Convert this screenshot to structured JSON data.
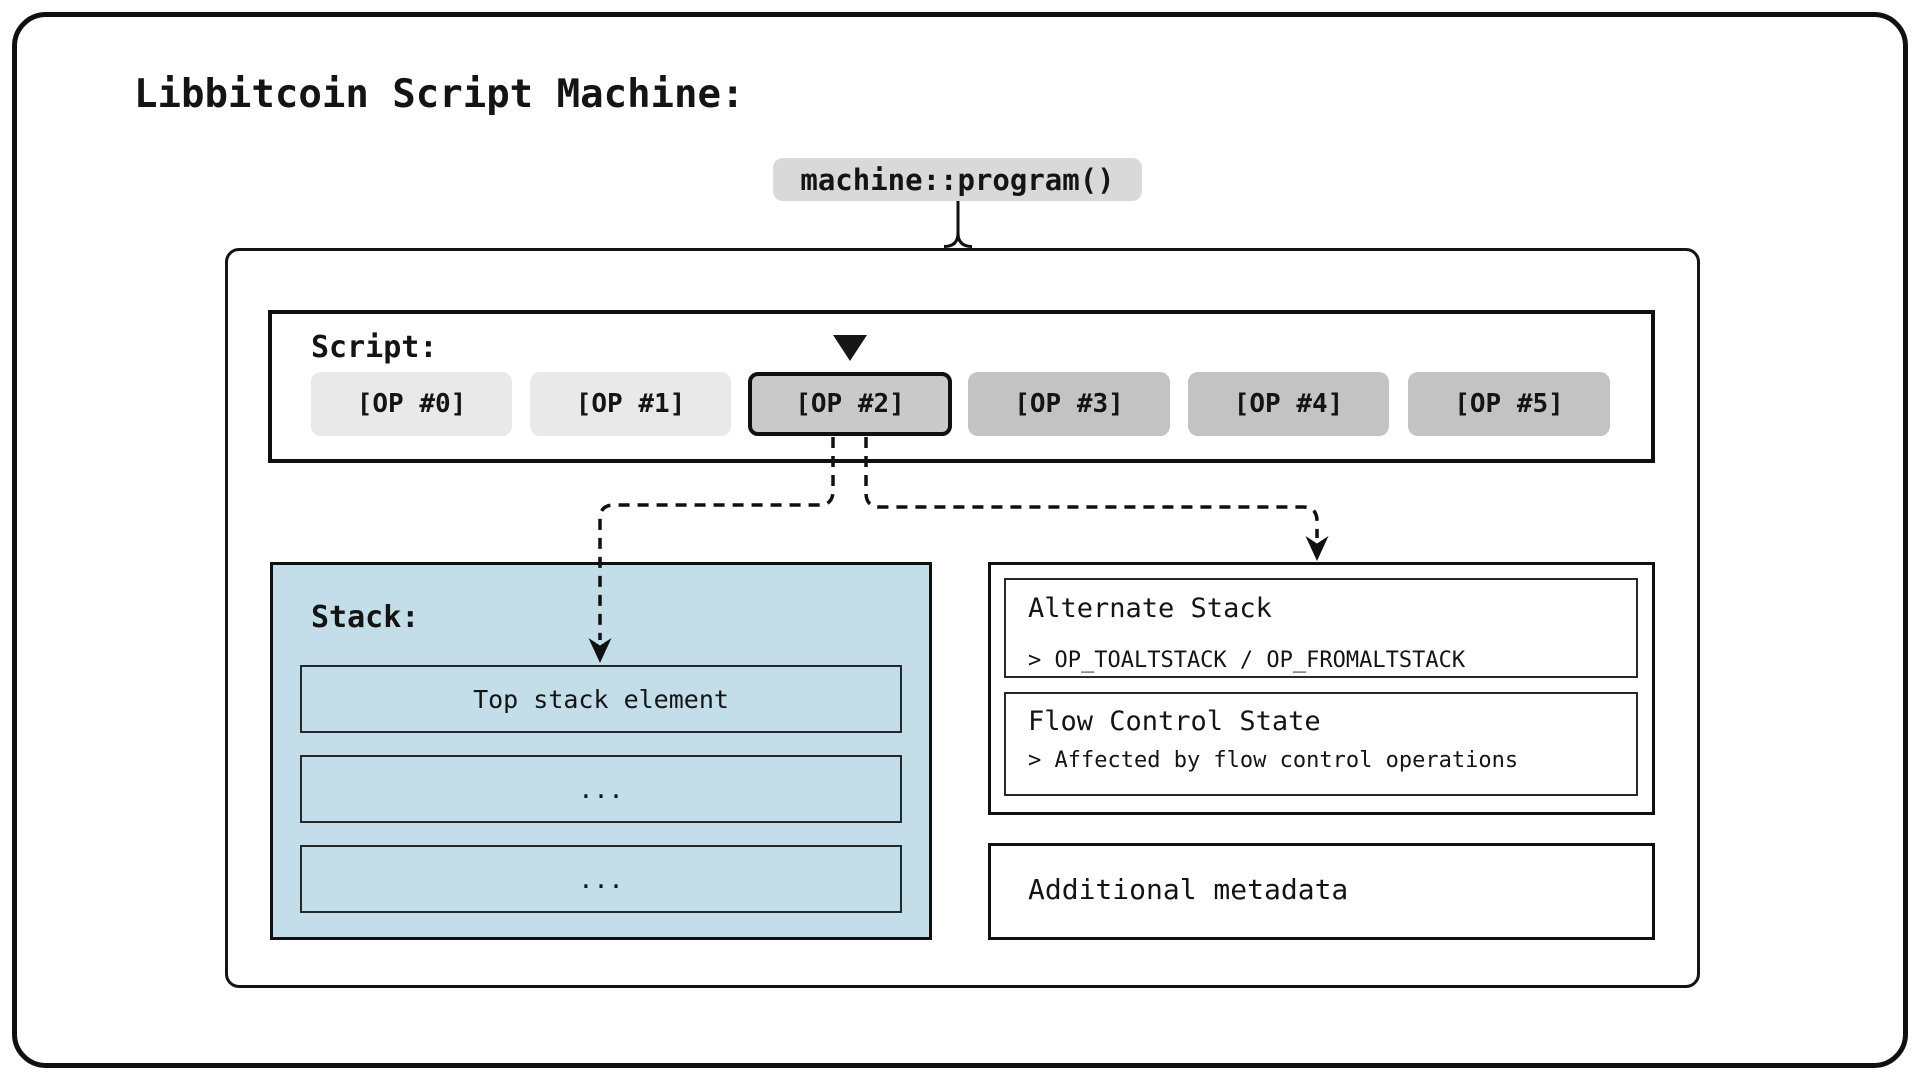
{
  "title": "Libbitcoin Script Machine:",
  "program_label": "machine::program()",
  "script_panel": {
    "label": "Script:",
    "ops": [
      {
        "label": "[OP #0]",
        "state": "executed"
      },
      {
        "label": "[OP #1]",
        "state": "executed"
      },
      {
        "label": "[OP #2]",
        "state": "current"
      },
      {
        "label": "[OP #3]",
        "state": "pending"
      },
      {
        "label": "[OP #4]",
        "state": "pending"
      },
      {
        "label": "[OP #5]",
        "state": "pending"
      }
    ]
  },
  "stack_panel": {
    "label": "Stack:",
    "elements": [
      "Top stack element",
      "...",
      "..."
    ]
  },
  "side_panels": {
    "alternate_stack": {
      "title": "Alternate Stack",
      "subtitle": "> OP_TOALTSTACK / OP_FROMALTSTACK"
    },
    "flow_control": {
      "title": "Flow Control State",
      "subtitle": "> Affected by flow control operations"
    },
    "metadata": {
      "title": "Additional metadata"
    }
  },
  "icons": {
    "current_op_pointer": "triangle-down",
    "stack_arrow": "dashed-arrow-down",
    "alt_stack_arrow": "dashed-arrow-down"
  },
  "colors": {
    "background": "#ffffff",
    "line": "#101010",
    "program_label_bg": "#d9d9d9",
    "op_executed_bg": "#e9e9e9",
    "op_current_bg": "#c9c9c9",
    "op_pending_bg": "#c3c3c3",
    "stack_fill": "#c3dde9"
  }
}
